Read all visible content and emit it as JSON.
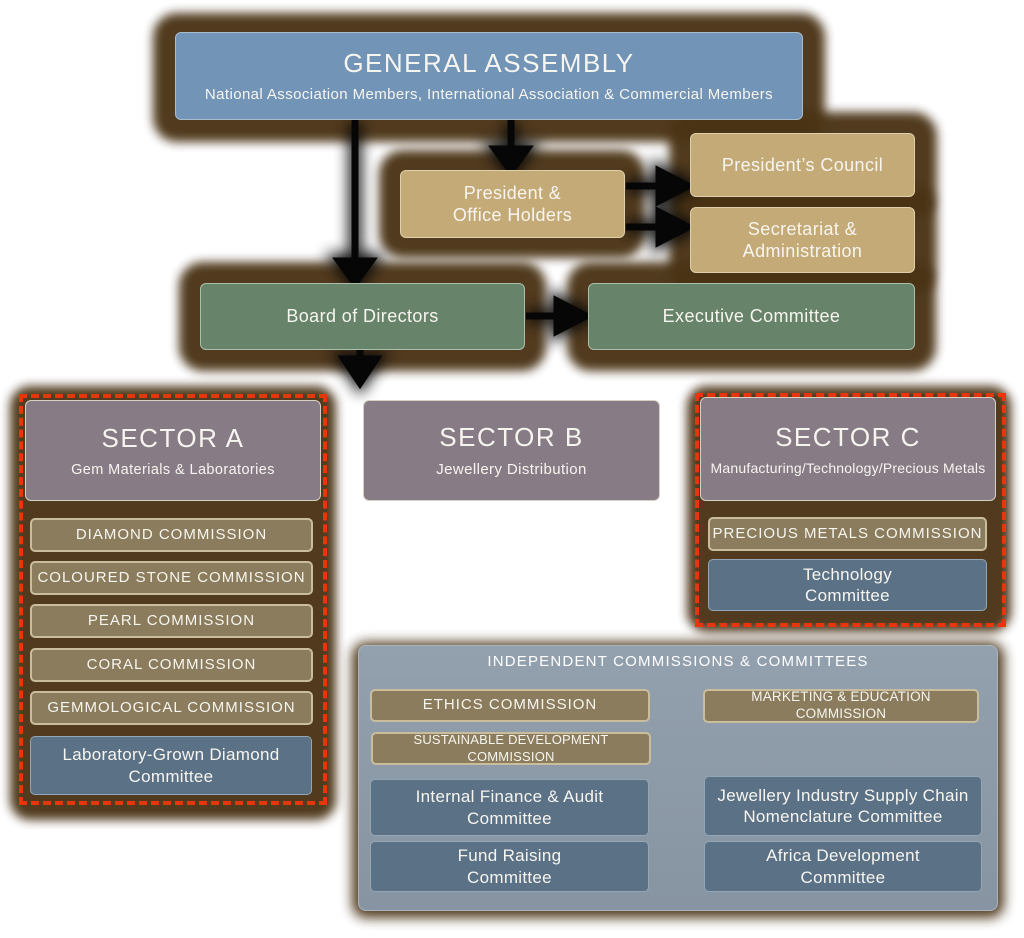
{
  "colors": {
    "assembly_blue": "#7294b6",
    "executive_tan": "#c3aa77",
    "commission_olive": "#8a7c5d",
    "governance_green": "#67836a",
    "sector_mauve": "#877b85",
    "committee_slate": "#5b7186",
    "panel_gray": "#8c99a7",
    "shadow_brown": "#4a3315",
    "dashed_red": "#e8350e",
    "arrow_black": "#060606"
  },
  "general_assembly": {
    "title": "GENERAL ASSEMBLY",
    "subtitle": "National Association Members, International Association & Commercial Members"
  },
  "president_office_holders": {
    "line1": "President &",
    "line2": "Office Holders"
  },
  "presidents_council": {
    "label": "President’s Council"
  },
  "secretariat": {
    "line1": "Secretariat &",
    "line2": "Administration"
  },
  "board_of_directors": {
    "label": "Board of Directors"
  },
  "executive_committee": {
    "label": "Executive Committee"
  },
  "sector_a": {
    "title": "SECTOR A",
    "subtitle": "Gem Materials & Laboratories",
    "commissions": [
      "DIAMOND COMMISSION",
      "COLOURED STONE COMMISSION",
      "PEARL COMMISSION",
      "CORAL COMMISSION",
      "GEMMOLOGICAL COMMISSION"
    ],
    "committee": {
      "line1": "Laboratory-Grown Diamond",
      "line2": "Committee"
    }
  },
  "sector_b": {
    "title": "SECTOR B",
    "subtitle": "Jewellery Distribution"
  },
  "sector_c": {
    "title": "SECTOR C",
    "subtitle": "Manufacturing/Technology/Precious Metals",
    "commission": "PRECIOUS METALS COMMISSION",
    "committee": {
      "line1": "Technology",
      "line2": "Committee"
    }
  },
  "independent": {
    "title": "INDEPENDENT COMMISSIONS & COMMITTEES",
    "commissions": {
      "ethics": "ETHICS COMMISSION",
      "marketing": "MARKETING & EDUCATION COMMISSION",
      "sustainable": "SUSTAINABLE DEVELOPMENT COMMISSION"
    },
    "committees": {
      "internal_finance": {
        "line1": "Internal Finance & Audit",
        "line2": "Committee"
      },
      "fund_raising": {
        "line1": "Fund Raising",
        "line2": "Committee"
      },
      "supply_chain": {
        "line1": "Jewellery Industry Supply Chain",
        "line2": "Nomenclature Committee"
      },
      "africa": {
        "line1": "Africa Development",
        "line2": "Committee"
      }
    }
  }
}
